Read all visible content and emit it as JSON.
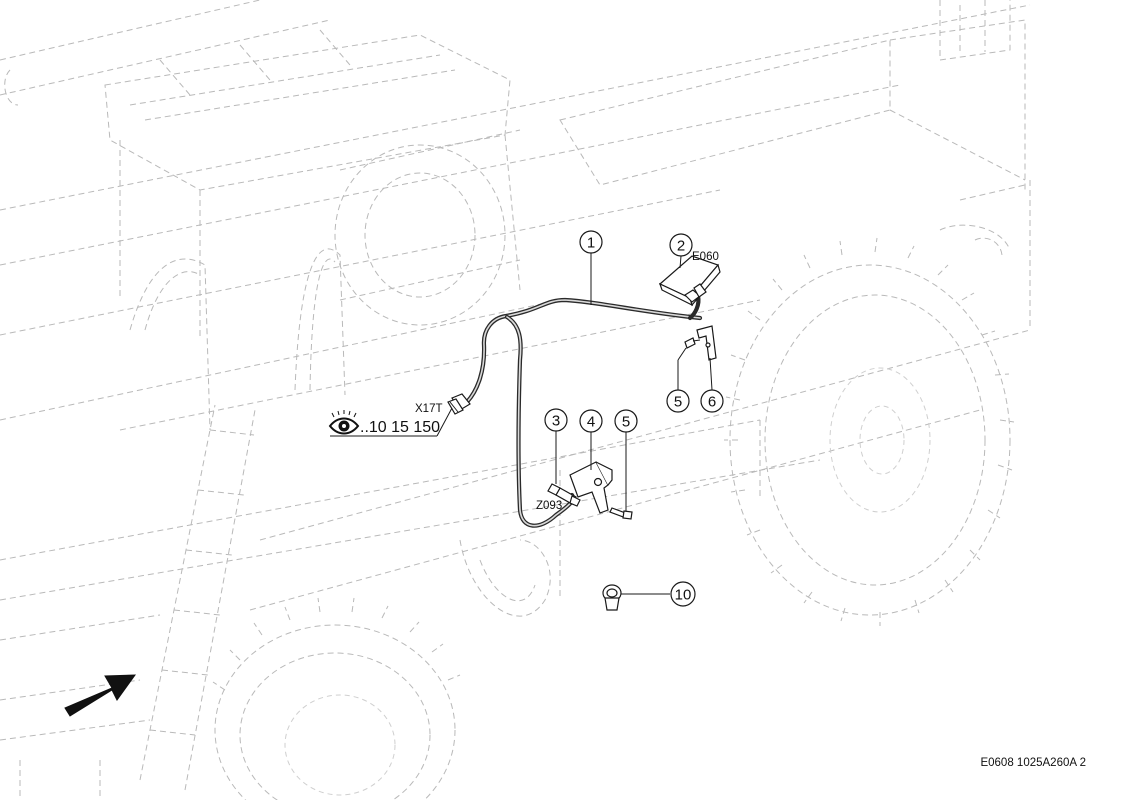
{
  "balloons": [
    {
      "id": "1",
      "label": "1"
    },
    {
      "id": "2",
      "label": "2"
    },
    {
      "id": "3",
      "label": "3"
    },
    {
      "id": "4",
      "label": "4"
    },
    {
      "id": "5a",
      "label": "5"
    },
    {
      "id": "5b",
      "label": "5"
    },
    {
      "id": "6",
      "label": "6"
    },
    {
      "id": "10",
      "label": "10"
    }
  ],
  "tags": {
    "e060": "E060",
    "x17t": "X17T",
    "z093": "Z093"
  },
  "reference": {
    "icon": "eye-icon",
    "text": "..10 15 150"
  },
  "drawing_code": "E0608 1025A260A 2",
  "direction_arrow": {
    "icon": "arrow-icon"
  }
}
